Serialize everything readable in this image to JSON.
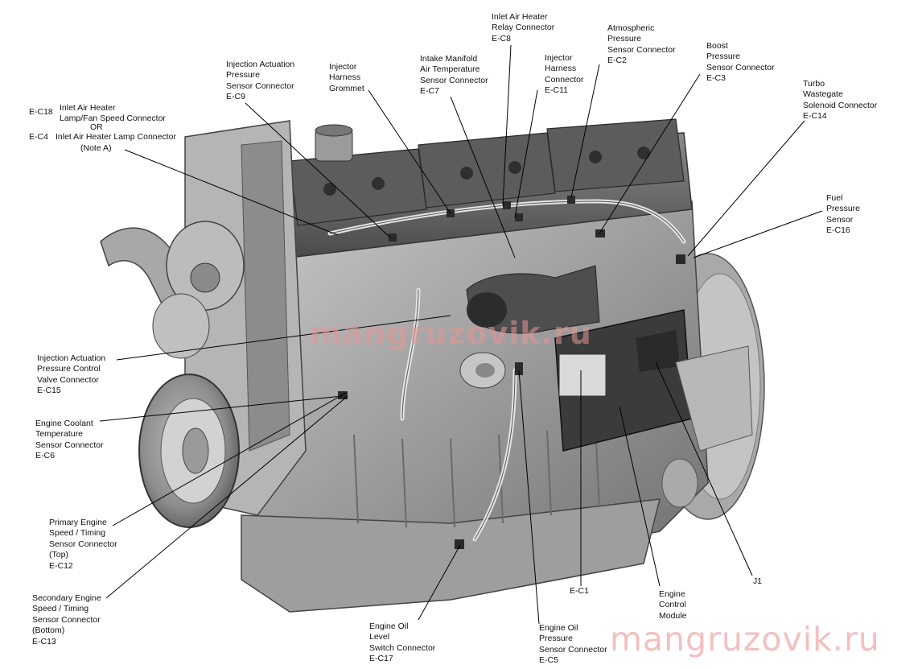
{
  "callouts": {
    "ec18_ec4": {
      "code_top": "E-C18",
      "text_top": "Inlet Air Heater\nLamp/Fan Speed Connector",
      "or": "OR",
      "code_bottom": "E-C4",
      "text_bottom": "Inlet Air Heater Lamp Connector",
      "note": "(Note A)"
    },
    "ec9": "Injection Actuation\nPressure\nSensor Connector\nE-C9",
    "grommet": "Injector\nHarness\nGrommet",
    "ec7": "Intake Manifold\nAir Temperature\nSensor Connector\nE-C7",
    "ec8": "Inlet Air Heater\nRelay Connector\nE-C8",
    "ec11": "Injector\nHarness\nConnector\nE-C11",
    "ec2": "Atmospheric\nPressure\nSensor Connector\nE-C2",
    "ec3": "Boost\nPressure\nSensor Connector\nE-C3",
    "ec14": "Turbo\nWastegate\nSolenoid Connector\nE-C14",
    "ec16": "Fuel\nPressure\nSensor\nE-C16",
    "ec15": "Injection Actuation\nPressure Control\nValve Connector\nE-C15",
    "ec6": "Engine Coolant\nTemperature\nSensor Connector\nE-C6",
    "ec12": "Primary Engine\nSpeed / Timing\nSensor Connector\n(Top)\nE-C12",
    "ec13": "Secondary Engine\nSpeed / Timing\nSensor Connector\n(Bottom)\nE-C13",
    "ec17": "Engine Oil\nLevel\nSwitch Connector\nE-C17",
    "ec5": "Engine Oil\nPressure\nSensor Connector\nE-C5",
    "ec1": "E-C1",
    "ecm": "Engine\nControl\nModule",
    "j1": "J1"
  },
  "watermarks": {
    "center": "mangruzovik.ru",
    "corner": "mangruzovik.ru"
  },
  "colors": {
    "engine_body": "#9a9a9a",
    "engine_dark": "#3a3a3a",
    "leader": "#000000",
    "watermark": "#e89a9a"
  }
}
